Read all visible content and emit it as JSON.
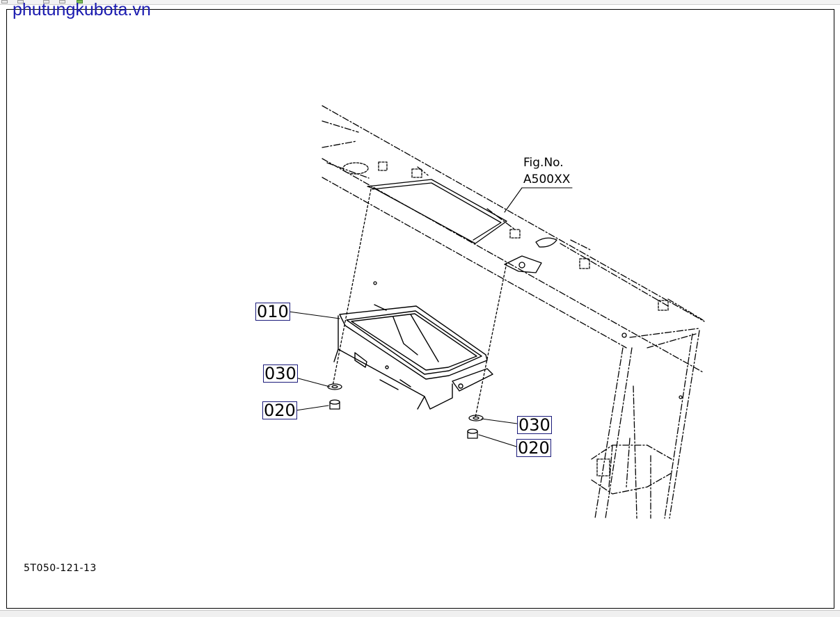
{
  "watermark": "phutungkubota.vn",
  "figure_reference": {
    "line1": "Fig.No.",
    "line2": "A500XX"
  },
  "callouts": {
    "part_010": "010",
    "part_030_left": "030",
    "part_020_left": "020",
    "part_030_right": "030",
    "part_020_right": "020"
  },
  "diagram_code": "5T050-121-13",
  "colors": {
    "watermark": "#1b1bb0",
    "callout_border": "#1a1a7a"
  }
}
